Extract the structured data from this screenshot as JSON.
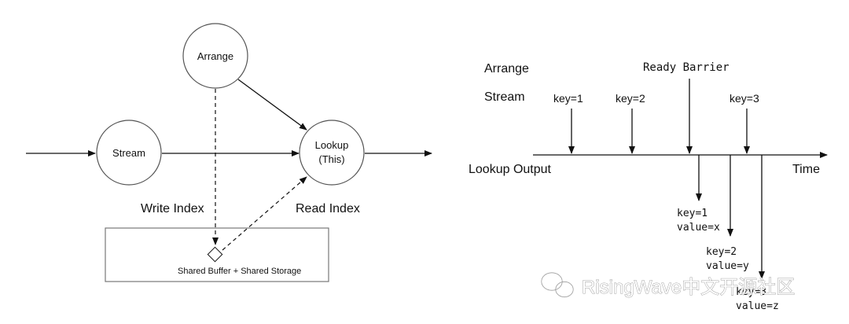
{
  "left": {
    "nodes": {
      "arrange": "Arrange",
      "stream": "Stream",
      "lookup_line1": "Lookup",
      "lookup_line2": "(This)"
    },
    "write_index": "Write Index",
    "read_index": "Read Index",
    "storage_label": "Shared Buffer + Shared Storage"
  },
  "right": {
    "arrange_label": "Arrange",
    "stream_label": "Stream",
    "output_label": "Lookup Output",
    "time_label": "Time",
    "barrier_label": "Ready Barrier",
    "stream_events": [
      "key=1",
      "key=2",
      "key=3"
    ],
    "outputs": [
      {
        "key": "key=1",
        "value": "value=x"
      },
      {
        "key": "key=2",
        "value": "value=y"
      },
      {
        "key": "key=3",
        "value": "value=z"
      }
    ]
  },
  "watermark": {
    "text": "RisingWave中文开源社区",
    "icon": "wechat-icon",
    "color": "#ffffff"
  }
}
